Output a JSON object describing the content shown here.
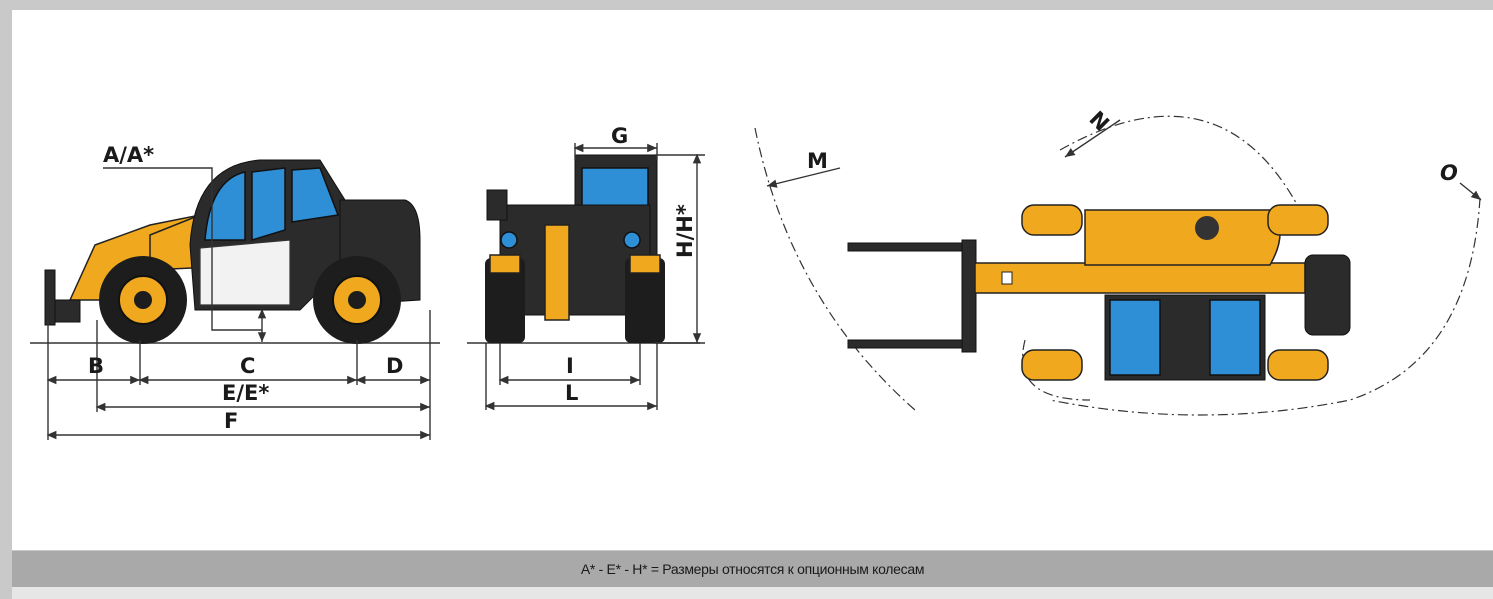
{
  "labels": {
    "a": "A/A*",
    "b": "B",
    "c": "C",
    "d": "D",
    "e": "E/E*",
    "f": "F",
    "g": "G",
    "h": "H/H*",
    "i": "I",
    "l": "L",
    "m": "M",
    "n": "N",
    "o": "O"
  },
  "footer": {
    "note": "A* - E* - H* = Размеры относятся к опционным колесам"
  },
  "colors": {
    "machine_body": "#f0a81e",
    "glass": "#2f8fd6",
    "footer_bar": "#a9a9a9",
    "page_border": "#c9c9c9"
  }
}
